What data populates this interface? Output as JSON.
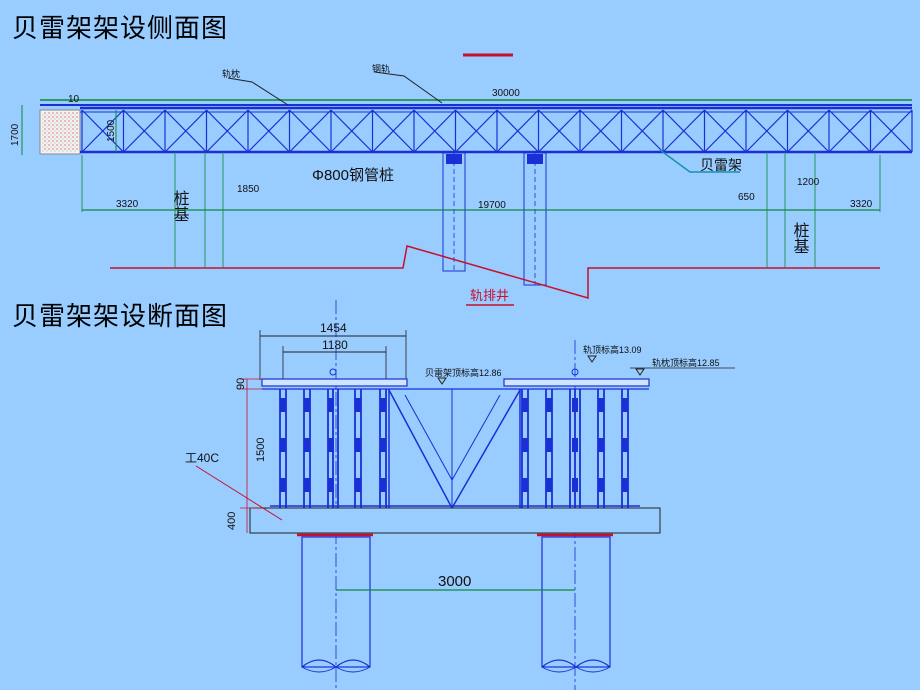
{
  "titles": {
    "side_view": "贝雷架架设侧面图",
    "section_view": "贝雷架架设断面图"
  },
  "side_view": {
    "labels": {
      "rail": "轨枕",
      "steel_rail": "钢轨",
      "pile_type": "Φ800钢管桩",
      "bailey_frame": "贝雷架",
      "pile_foundation_left": "桩基",
      "pile_foundation_right": "桩基",
      "shaft": "轨排井"
    },
    "dimensions": {
      "total_length": "30000",
      "top_offset": "10",
      "left_height": "1700",
      "truss_height": "1500",
      "left_span": "3320",
      "left_gap": "1850",
      "main_span": "19700",
      "right_gap": "650",
      "right_rise": "1200",
      "right_span": "3320"
    }
  },
  "section_view": {
    "labels": {
      "beam_type": "工40C",
      "top_elev": "贝雷架顶标高12.86",
      "rail_top_elev": "轨顶标高13.09",
      "tie_top_elev": "轨枕顶标高12.85"
    },
    "dimensions": {
      "width_outer": "1454",
      "width_inner": "1180",
      "deck_height": "90",
      "truss_height": "1500",
      "cap_height": "400",
      "pile_spacing": "3000"
    }
  },
  "colors": {
    "background": "#99ccff",
    "structure": "#1a2fd6",
    "dimension": "#0a8a3a",
    "ground": "#c8102e"
  }
}
